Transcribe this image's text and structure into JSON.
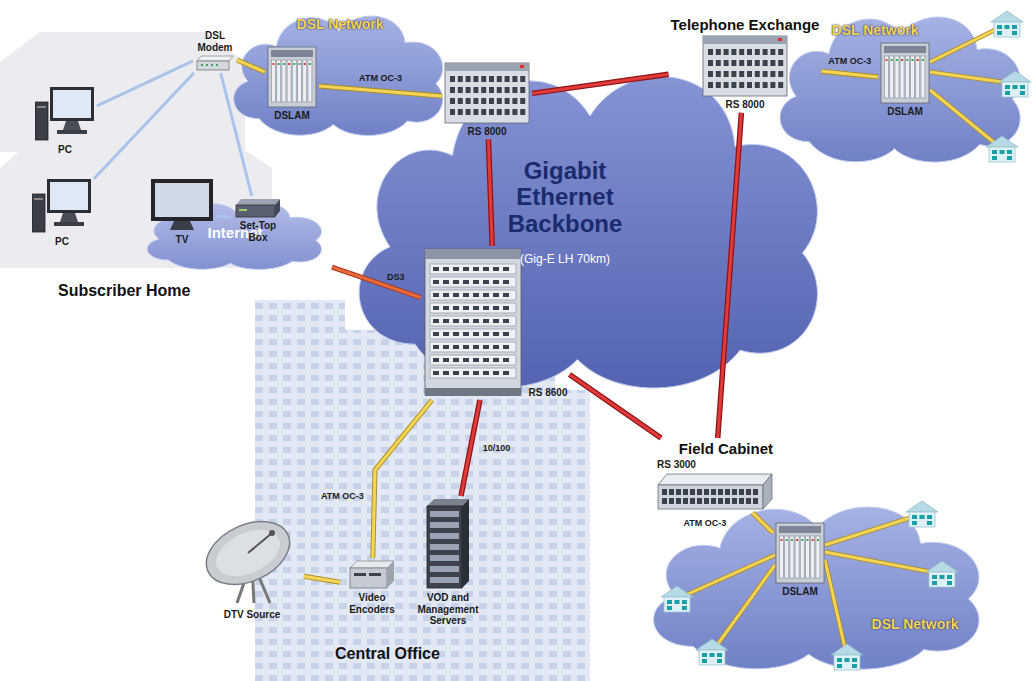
{
  "diagram": {
    "nodes": [
      {
        "text": [
          "Gigabit Ethernet Backbone",
          "(Gig-E LH 70km)"
        ]
      },
      {
        "text": [
          "DSL Network"
        ]
      },
      {
        "text": [
          "DSLAM"
        ],
        "in": 1
      },
      {
        "text": [
          "RS 8000"
        ]
      },
      {
        "text": [
          "Telephone Exchange",
          "RS 8000"
        ]
      },
      {
        "text": [
          "DSL Network"
        ]
      },
      {
        "text": [
          "DSLAM"
        ],
        "in": 5
      },
      {
        "text": [
          "RS 8600"
        ]
      },
      {
        "text": [
          "Field Cabinet",
          "RS 3000"
        ]
      },
      {
        "text": [
          "DSL Network"
        ]
      },
      {
        "text": [
          "DSLAM"
        ],
        "in": 9
      },
      {
        "text": [
          "Internet"
        ]
      },
      {
        "text": [
          "DSL Modem"
        ]
      },
      {
        "text": [
          "PC"
        ]
      },
      {
        "text": [
          "PC"
        ]
      },
      {
        "text": [
          "TV"
        ]
      },
      {
        "text": [
          "Set-Top Box"
        ]
      },
      {
        "text": [
          "DTV Source"
        ]
      },
      {
        "text": [
          "Video Encoders"
        ]
      },
      {
        "text": [
          "VOD and Management Servers"
        ]
      }
    ],
    "edges": [
      {
        "from": 12,
        "to": 2,
        "arrow": "none"
      },
      {
        "from": 2,
        "to": 3,
        "label": "ATM OC-3",
        "arrow": "none"
      },
      {
        "from": 3,
        "to": 4,
        "arrow": "none"
      },
      {
        "from": 3,
        "to": 7,
        "arrow": "none"
      },
      {
        "from": 4,
        "to": 8,
        "arrow": "none"
      },
      {
        "from": 7,
        "to": 8,
        "arrow": "none"
      },
      {
        "from": 6,
        "to": 4,
        "label": "ATM OC-3",
        "arrow": "none"
      },
      {
        "from": 10,
        "to": 8,
        "label": "ATM OC-3",
        "arrow": "none"
      },
      {
        "from": 11,
        "to": 7,
        "label": "DS3",
        "arrow": "none"
      },
      {
        "from": 18,
        "to": 7,
        "label": "ATM OC-3",
        "arrow": "none"
      },
      {
        "from": 19,
        "to": 7,
        "label": "10/100",
        "arrow": "none"
      },
      {
        "from": 17,
        "to": 18,
        "arrow": "none"
      },
      {
        "from": 12,
        "to": 13,
        "arrow": "none"
      },
      {
        "from": 12,
        "to": 14,
        "arrow": "none"
      },
      {
        "from": 12,
        "to": 16,
        "arrow": "none"
      },
      {
        "from": 15,
        "to": 16,
        "arrow": "none"
      }
    ],
    "labels": [
      "Subscriber Home",
      "Central Office"
    ]
  }
}
